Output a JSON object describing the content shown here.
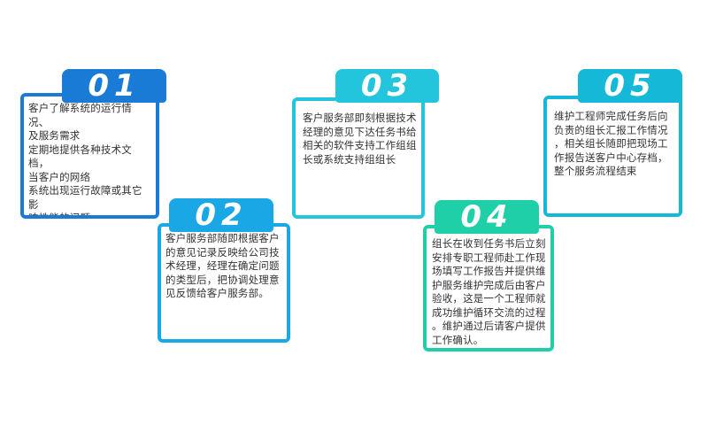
{
  "steps": [
    {
      "number": "01",
      "text": "客户了解系统的运行情况、\n及服务需求\n定期地提供各种技术文档，\n当客户的网络\n系统出现运行故障或其它影\n响性能的问题\n时，及时向思普公司提出服\n务要求。",
      "color": "#1a7bd6"
    },
    {
      "number": "02",
      "text": "客户服务部随即根据客户\n的意见记录反映给公司技\n术经理，经理在确定问题\n的类型后，把协调处理意\n见反馈给客户服务部。",
      "color": "#1aa7e6"
    },
    {
      "number": "03",
      "text": "客户服务部即刻根据技术\n经理的意见下达任务书给\n相关的软件支持工作组组\n长或系统支持组组长",
      "color": "#22c5dc"
    },
    {
      "number": "04",
      "text": "组长在收到任务书后立刻\n安排专职工程师赴工作现\n场填写工作报告并提供维\n护服务维护完成后由客户\n验收，这是一个工程师就\n成功维护循环交流的过程\n。维护通过后请客户提供\n工作确认。",
      "color": "#1ecfa8"
    },
    {
      "number": "05",
      "text": "维护工程师完成任务后向\n负责的组长汇报工作情况\n，相关组长随即把现场工\n作报告送客户中心存档，\n整个服务流程结束",
      "color": "#15b8d6"
    }
  ]
}
